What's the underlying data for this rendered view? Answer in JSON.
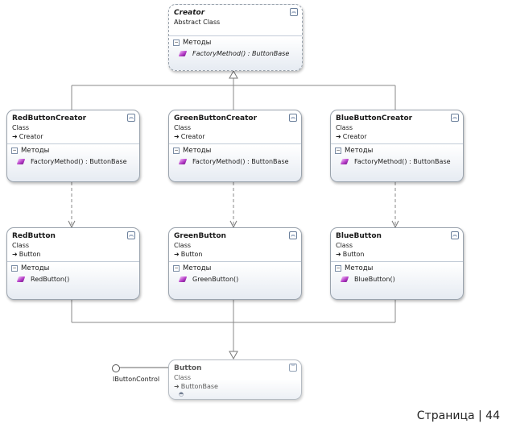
{
  "classes": {
    "creator": {
      "title": "Creator",
      "kind": "Abstract Class",
      "section": "Методы",
      "member": "FactoryMethod() : ButtonBase"
    },
    "red_creator": {
      "title": "RedButtonCreator",
      "kind": "Class",
      "parent": "Creator",
      "section": "Методы",
      "member": "FactoryMethod() : ButtonBase"
    },
    "green_creator": {
      "title": "GreenButtonCreator",
      "kind": "Class",
      "parent": "Creator",
      "section": "Методы",
      "member": "FactoryMethod() : ButtonBase"
    },
    "blue_creator": {
      "title": "BlueButtonCreator",
      "kind": "Class",
      "parent": "Creator",
      "section": "Методы",
      "member": "FactoryMethod() : ButtonBase"
    },
    "red_button": {
      "title": "RedButton",
      "kind": "Class",
      "parent": "Button",
      "section": "Методы",
      "member": "RedButton()"
    },
    "green_button": {
      "title": "GreenButton",
      "kind": "Class",
      "parent": "Button",
      "section": "Методы",
      "member": "GreenButton()"
    },
    "blue_button": {
      "title": "BlueButton",
      "kind": "Class",
      "parent": "Button",
      "section": "Методы",
      "member": "BlueButton()"
    },
    "button": {
      "title": "Button",
      "kind": "Class",
      "parent": "ButtonBase"
    }
  },
  "interface_label": "IButtonControl",
  "footer": "Страница | 44",
  "icons": {
    "collapse": "double-chevron-up-icon",
    "expand": "double-chevron-down-icon",
    "method": "method-icon",
    "inherit": "inheritance-arrow-icon",
    "section": "collapse-section-icon"
  },
  "colors": {
    "border": "#9aa3ad",
    "header_gradient_end": "#e6ebf2",
    "connector": "#888888"
  }
}
